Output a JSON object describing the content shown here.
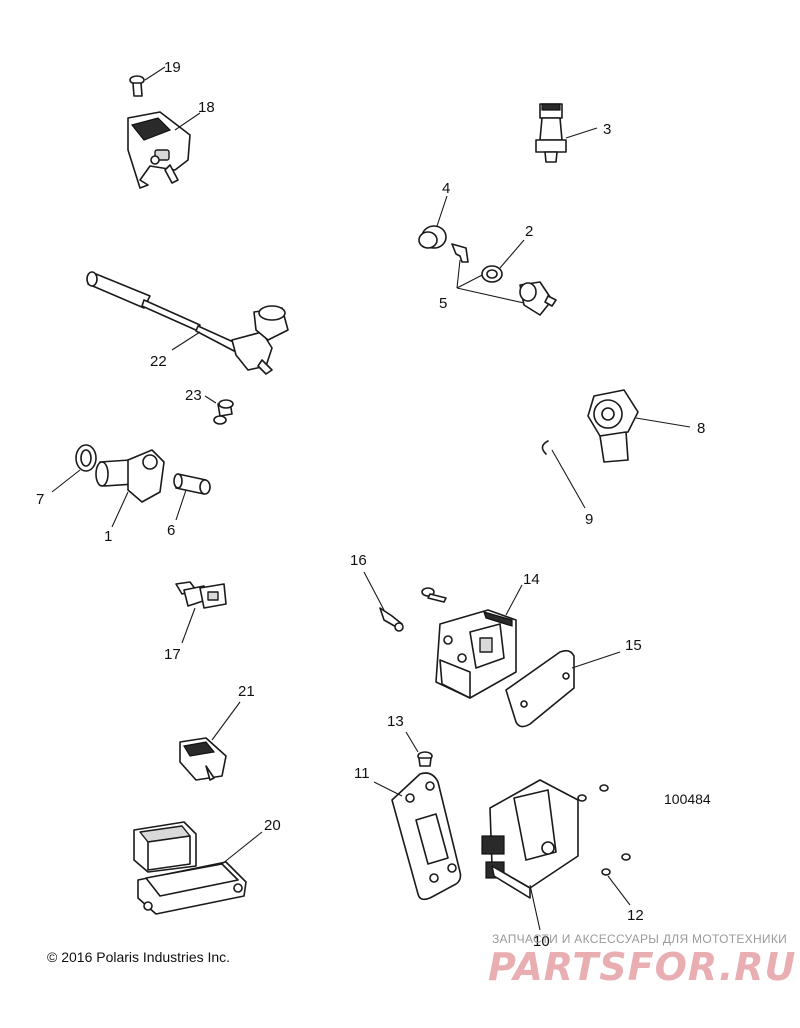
{
  "callouts": {
    "p1": "1",
    "p2": "2",
    "p3": "3",
    "p4": "4",
    "p5": "5",
    "p6": "6",
    "p7": "7",
    "p8": "8",
    "p9": "9",
    "p10": "10",
    "p11": "11",
    "p12": "12",
    "p13": "13",
    "p14": "14",
    "p15": "15",
    "p16": "16",
    "p17": "17",
    "p18": "18",
    "p19": "19",
    "p20": "20",
    "p21": "21",
    "p22": "22",
    "p23": "23"
  },
  "reference_number": "100484",
  "copyright": "© 2016 Polaris Industries Inc.",
  "watermark": {
    "text": "ЗАПЧАСТИ И АКСЕССУАРЫ ДЛЯ МОТОТЕХНИКИ",
    "logo": "PARTSFOR.RU"
  }
}
